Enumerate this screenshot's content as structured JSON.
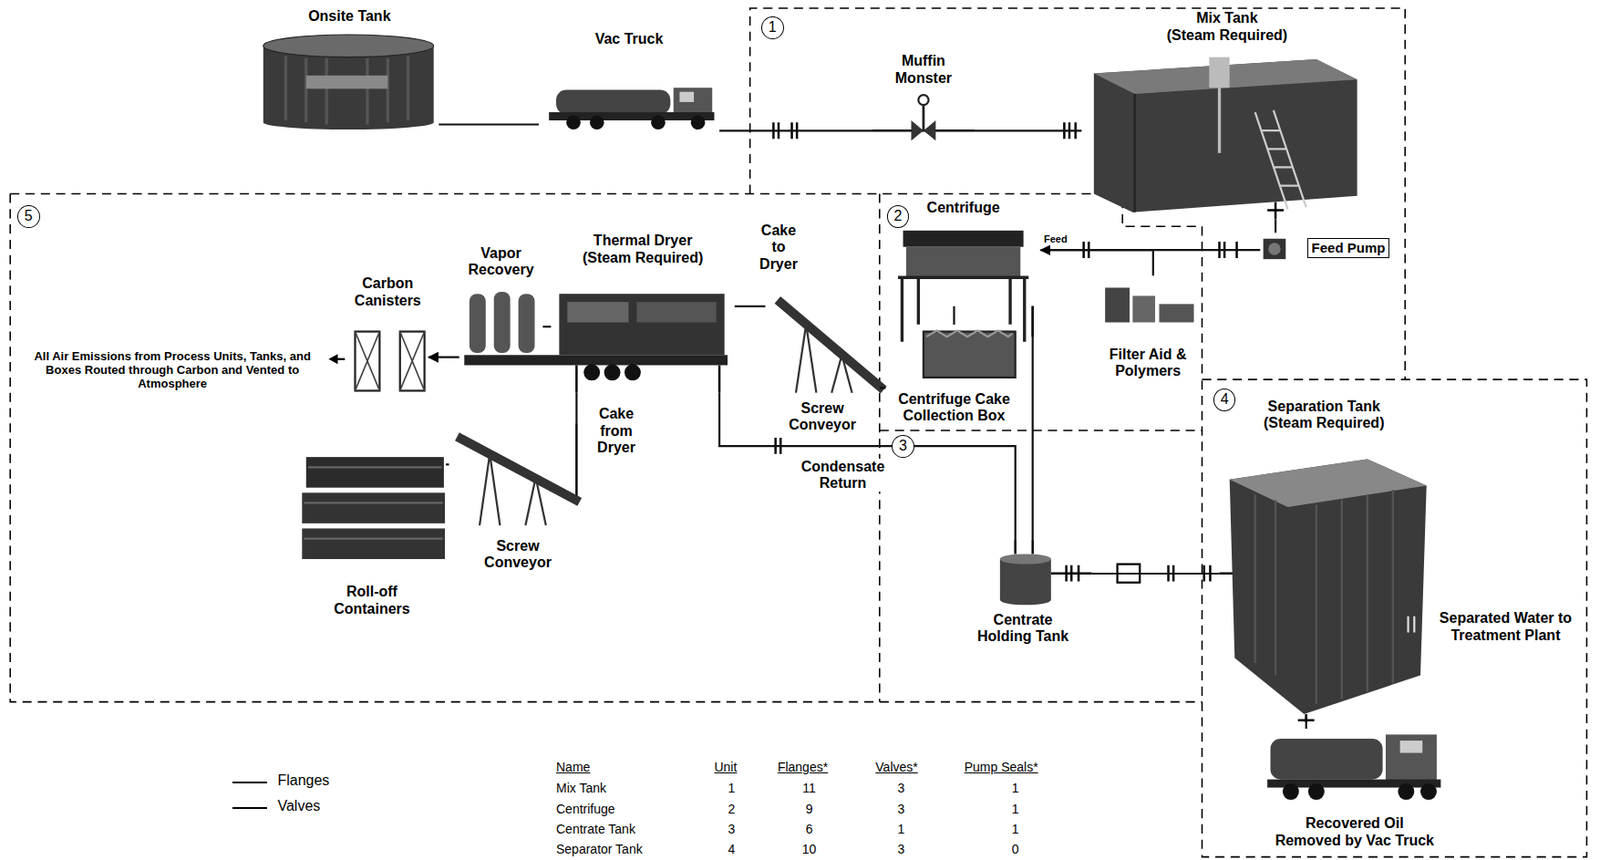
{
  "diagram": {
    "nodes": [
      {
        "text": [
          "Onsite Tank"
        ]
      },
      {
        "text": [
          "Vac Truck"
        ]
      },
      {
        "text": [
          "Muffin Monster"
        ]
      },
      {
        "text": [
          "Mix Tank",
          "(Steam Required)"
        ]
      },
      {
        "text": [
          "Feed Pump"
        ]
      },
      {
        "text": [
          "Centrifuge"
        ]
      },
      {
        "text": [
          "Filter Aid & Polymers"
        ]
      },
      {
        "text": [
          "Centrifuge Cake Collection Box"
        ]
      },
      {
        "text": [
          "Screw Conveyor"
        ]
      },
      {
        "text": [
          "Thermal Dryer",
          "(Steam Required)"
        ]
      },
      {
        "text": [
          "Vapor Recovery"
        ]
      },
      {
        "text": [
          "Carbon Canisters"
        ]
      },
      {
        "text": [
          "Screw Conveyor"
        ]
      },
      {
        "text": [
          "Roll-off Containers"
        ]
      },
      {
        "text": [
          "Centrate Holding Tank"
        ]
      },
      {
        "text": [
          "Separation Tank",
          "(Steam Required)"
        ]
      },
      {
        "text": [
          "Recovered Oil Removed by Vac Truck"
        ]
      }
    ],
    "edges": [
      {
        "from": 0,
        "to": 1,
        "arrow": "none"
      },
      {
        "from": 1,
        "to": 2,
        "arrow": "none"
      },
      {
        "from": 2,
        "to": 3,
        "arrow": "none"
      },
      {
        "from": 3,
        "to": 4,
        "arrow": "none"
      },
      {
        "from": 4,
        "to": 5,
        "arrow": "none"
      },
      {
        "from": 6,
        "to": 5,
        "arrow": "to"
      },
      {
        "from": 5,
        "to": 7,
        "arrow": "none"
      },
      {
        "from": 7,
        "to": 8,
        "arrow": "none"
      },
      {
        "from": 8,
        "to": 9,
        "arrow": "none"
      },
      {
        "from": 9,
        "to": 10,
        "arrow": "none"
      },
      {
        "from": 10,
        "to": 11,
        "arrow": "to"
      },
      {
        "from": 9,
        "to": 12,
        "arrow": "none"
      },
      {
        "from": 12,
        "to": 13,
        "arrow": "none"
      },
      {
        "from": 9,
        "to": 14,
        "label": "Condensate Return",
        "arrow": "none"
      },
      {
        "from": 5,
        "to": 14,
        "arrow": "none"
      },
      {
        "from": 14,
        "to": 15,
        "arrow": "none"
      },
      {
        "from": 15,
        "to": 16,
        "arrow": "none"
      }
    ],
    "labels": [
      "1",
      "2",
      "3",
      "4",
      "5",
      "Cake to Dryer",
      "Cake from Dryer",
      "Feed",
      "All Air Emissions from Process Units, Tanks, and Boxes Routed through Carbon and Vented to Atmosphere",
      "Separated Water to Treatment Plant",
      "Name",
      "Unit",
      "Flanges*",
      "Valves*",
      "Pump Seals*",
      "Mix Tank",
      "1",
      "11",
      "3",
      "1",
      "Centrifuge",
      "2",
      "9",
      "3",
      "1",
      "Centrate Tank",
      "3",
      "6",
      "1",
      "1",
      "Separator Tank",
      "4",
      "10",
      "3",
      "0"
    ],
    "legend": [
      {
        "text": "Flanges"
      },
      {
        "text": "Valves"
      }
    ]
  }
}
